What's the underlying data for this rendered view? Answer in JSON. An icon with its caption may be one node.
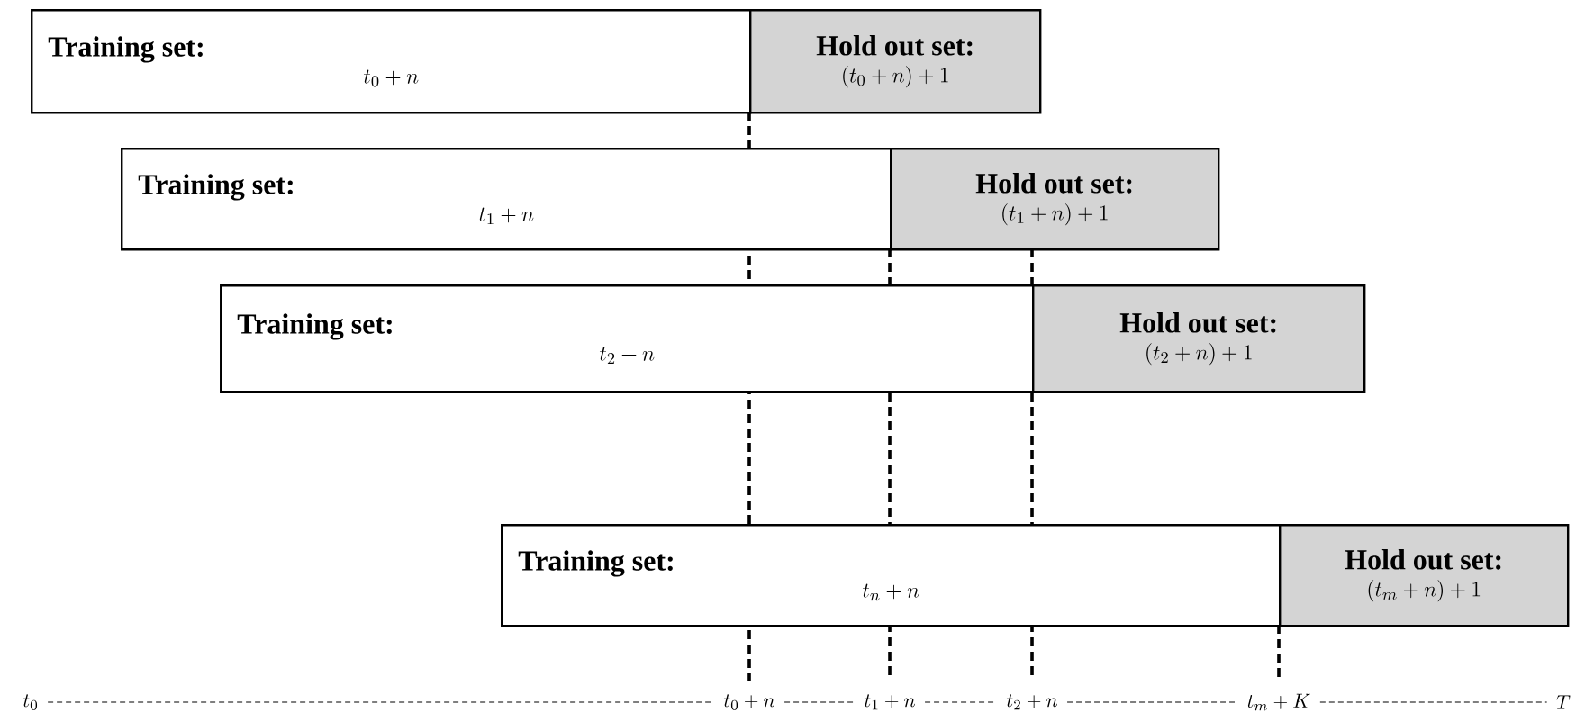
{
  "diagram": {
    "nodes": [
      {
        "text": [
          "Training set:",
          "t_0 + n"
        ]
      },
      {
        "text": [
          "Hold out set:",
          "(t_0 + n) + 1"
        ]
      },
      {
        "text": [
          "Training set:",
          "t_1 + n"
        ]
      },
      {
        "text": [
          "Hold out set:",
          "(t_1 + n) + 1"
        ]
      },
      {
        "text": [
          "Training set:",
          "t_2 + n"
        ]
      },
      {
        "text": [
          "Hold out set:",
          "(t_2 + n) + 1"
        ]
      },
      {
        "text": [
          "Training set:",
          "t_n + n"
        ]
      },
      {
        "text": [
          "Hold out set:",
          "(t_m + n) + 1"
        ]
      }
    ],
    "edges": [],
    "labels": [
      "t_0",
      "t_0 + n",
      "t_1 + n",
      "t_2 + n",
      "t_m + K",
      "T"
    ]
  }
}
